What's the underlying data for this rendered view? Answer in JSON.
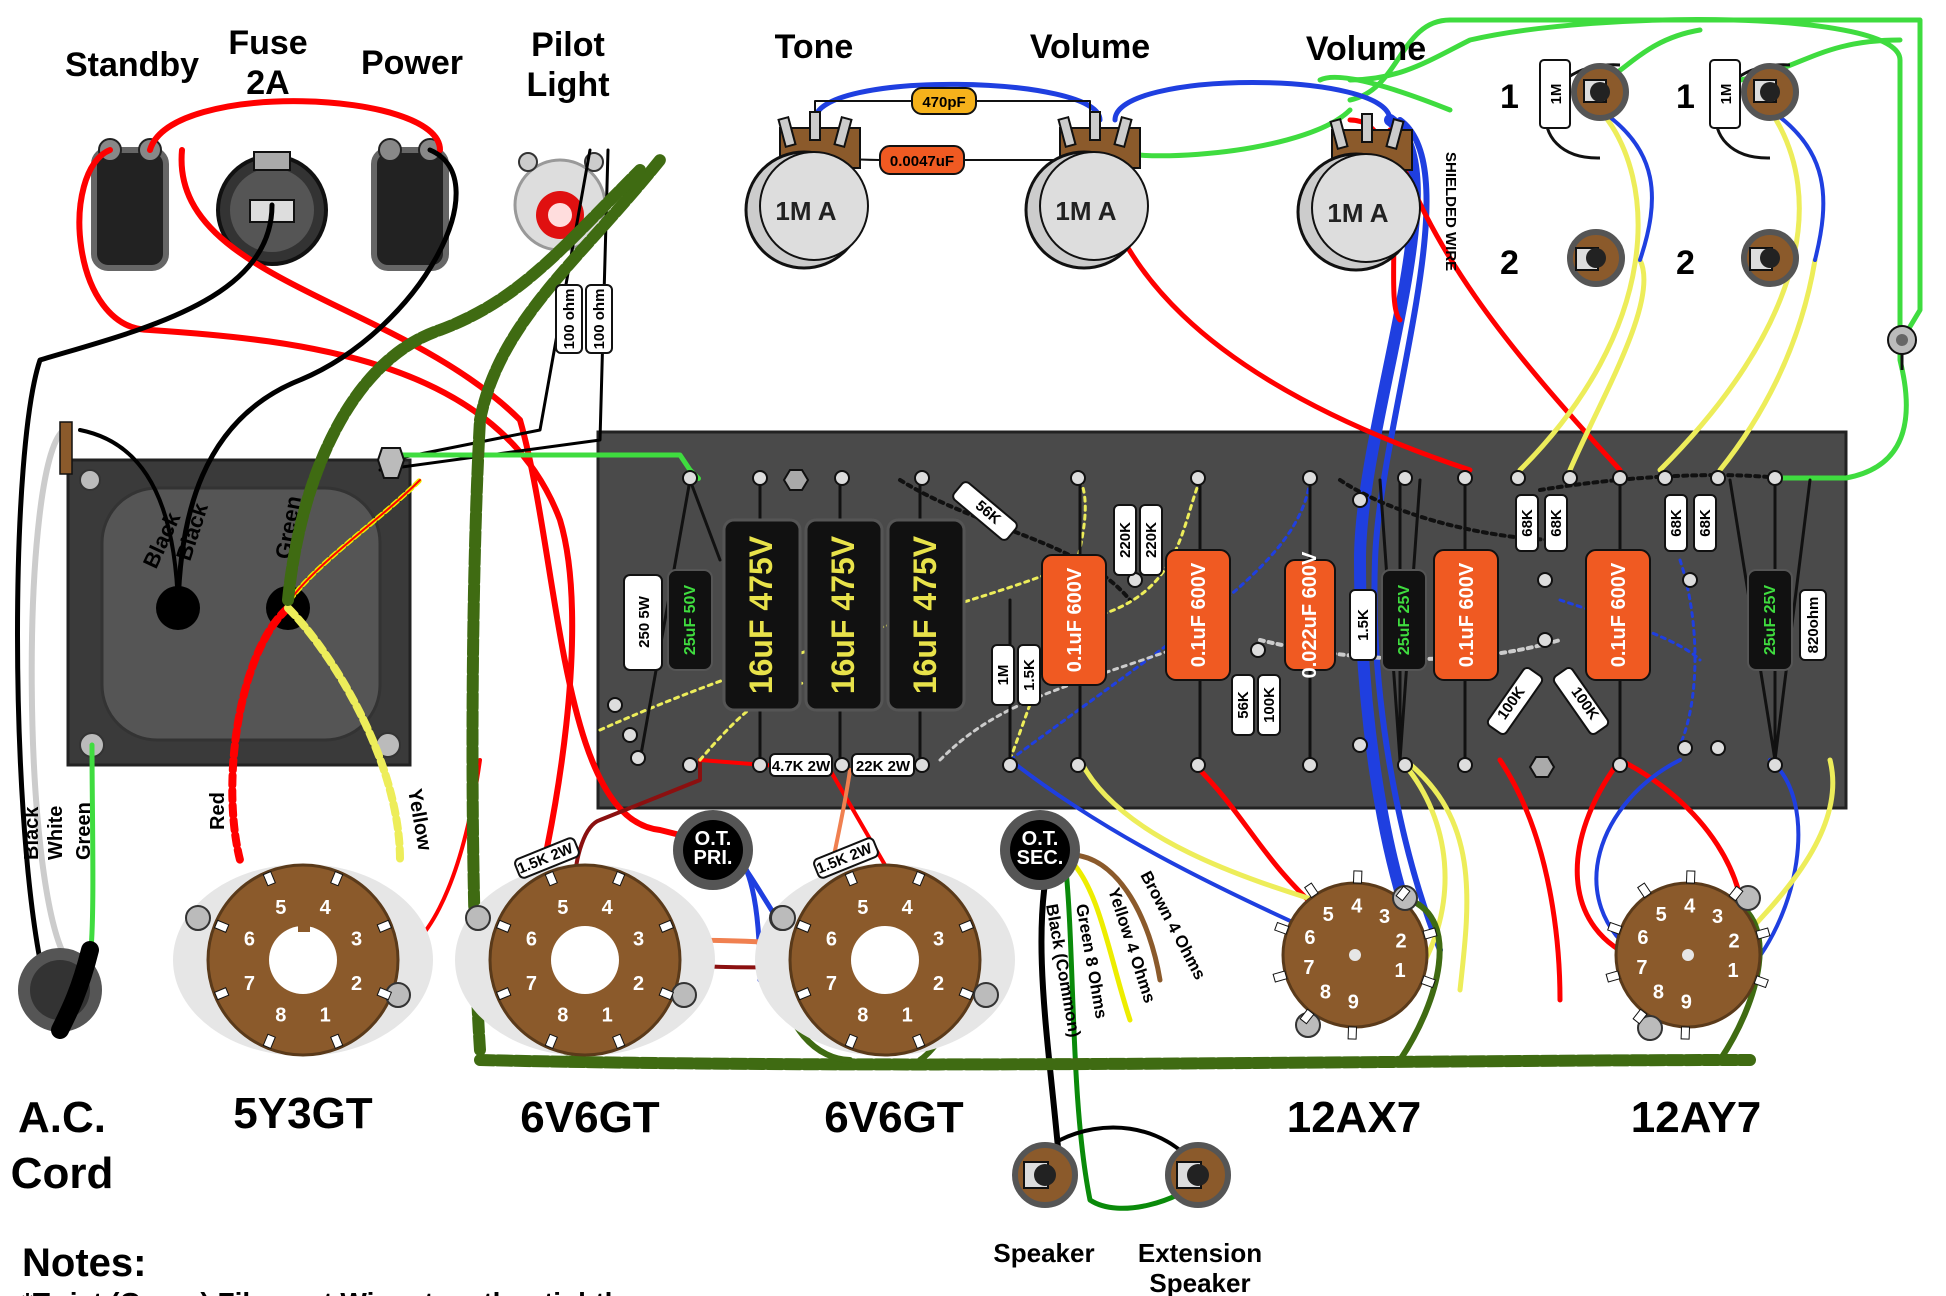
{
  "labels": {
    "standby": "Standby",
    "fuse": "Fuse",
    "fuse_rating": "2A",
    "power": "Power",
    "pilot": "Pilot",
    "light": "Light",
    "tone": "Tone",
    "volume1": "Volume",
    "volume2": "Volume",
    "ac": "A.C.",
    "cord": "Cord",
    "notes": "Notes:",
    "note_partial": "*Twist (Green) Filament Wires together tightly",
    "speaker": "Speaker",
    "ext_speaker_1": "Extension",
    "ext_speaker_2": "Speaker",
    "shielded": "SHIELDED WIRE",
    "ot_pri_1": "O.T.",
    "ot_pri_2": "PRI.",
    "ot_sec_1": "O.T.",
    "ot_sec_2": "SEC."
  },
  "tubes": {
    "rect": "5Y3GT",
    "pwr1": "6V6GT",
    "pwr2": "6V6GT",
    "pre1": "12AX7",
    "pre2": "12AY7"
  },
  "pin_numbers": {
    "octal": [
      "1",
      "2",
      "3",
      "4",
      "5",
      "6",
      "7",
      "8"
    ],
    "noval": [
      "1",
      "2",
      "3",
      "4",
      "5",
      "6",
      "7",
      "8",
      "9"
    ]
  },
  "pots": {
    "tone": "1M A",
    "vol1": "1M A",
    "vol2": "1M A"
  },
  "jacks": {
    "in1a": "1",
    "in1b": "2",
    "in2a": "1",
    "in2b": "2",
    "r1": "1M",
    "r2": "1M"
  },
  "transformer_wires": {
    "black1": "Black",
    "black2": "Black",
    "green": "Green",
    "red": "Red",
    "yellow": "Yellow"
  },
  "cord_wires": {
    "black": "Black",
    "white": "White",
    "green": "Green"
  },
  "sec_wires": {
    "black": "Black (Common)",
    "green": "Green 8 Ohms",
    "yellow": "Yellow 4 Ohms",
    "brown": "Brown 4 Ohms"
  },
  "components": {
    "c470p": "470pF",
    "c0047": "0.0047uF",
    "r100a": "100 ohm",
    "r100b": "100 ohm",
    "r250": "250 5W",
    "c25a": "25uF 50V",
    "e1": "16uF 475V",
    "e2": "16uF 475V",
    "e3": "16uF 475V",
    "r56k": "56K",
    "r220a": "220K",
    "r220b": "220K",
    "c01a": "0.1uF 600V",
    "c01b": "0.1uF 600V",
    "c022": "0.022uF 600V",
    "r1m": "1M",
    "r15a": "1.5K",
    "r56b": "56K",
    "r100k": "100K",
    "r15b": "1.5K",
    "c25b": "25uF 25V",
    "c01c": "0.1uF 600V",
    "r68a": "68K",
    "r68b": "68K",
    "r100c": "100K",
    "r100d": "100K",
    "c01d": "0.1uF 600V",
    "r68c": "68K",
    "r68d": "68K",
    "c25c": "25uF 25V",
    "r820": "820ohm",
    "r47k": "4.7K 2W",
    "r22k": "22K 2W",
    "r15k1": "1.5K 2W",
    "r15k2": "1.5K 2W"
  },
  "colors": {
    "board": "#4a4a4a",
    "tube_brown": "#8b5a2b",
    "cap_orange": "#f05a22",
    "wire_red": "#ff0000",
    "wire_green": "#3fdc3f",
    "wire_blue": "#1f3fe0",
    "wire_yellow": "#eded5a",
    "twist_green": "#3f6b12"
  }
}
